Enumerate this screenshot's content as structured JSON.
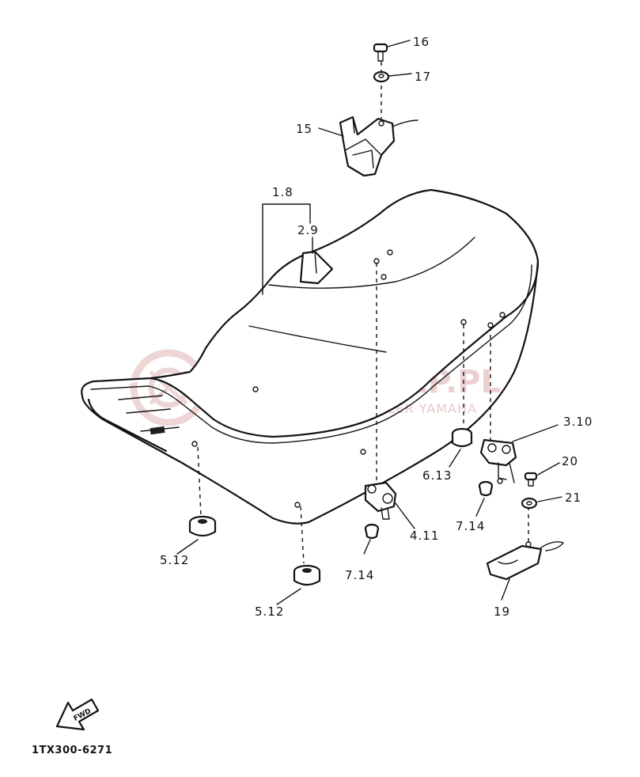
{
  "watermark": {
    "brand": "YAMA-SKLEP.PL",
    "tagline": "WOJCIECHOWICZ | DEALER YAMAHA",
    "color": "#e3b6b6"
  },
  "labels": {
    "l16": "16",
    "l17": "17",
    "l15": "15",
    "l1_8": "1.8",
    "l2_9": "2.9",
    "l3_10": "3.10",
    "l20": "20",
    "l21": "21",
    "l6_13": "6.13",
    "l7_14_right": "7.14",
    "l4_11": "4.11",
    "l7_14_center": "7.14",
    "l5_12_left": "5.12",
    "l5_12_bottom": "5.12",
    "l19": "19"
  },
  "front_indicator": {
    "text": "FWD",
    "icon": "front-arrow-icon"
  },
  "diagram_code": "1TX300-6271",
  "colors": {
    "ink": "#141414",
    "paper": "#ffffff"
  }
}
